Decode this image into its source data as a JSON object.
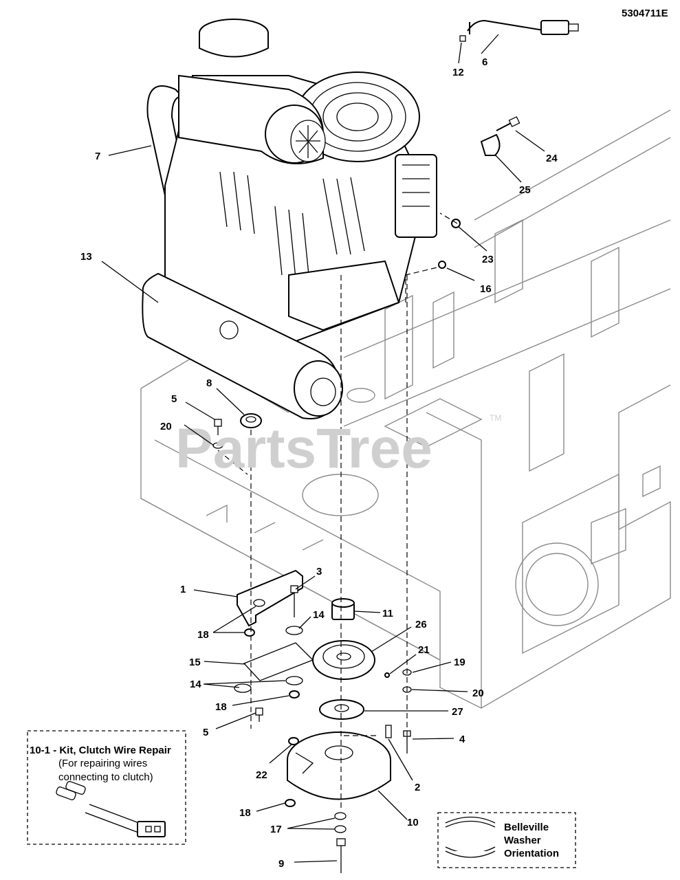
{
  "drawing_id": "5304711E",
  "watermark": "PartsTree",
  "watermark_tm": "TM",
  "callouts": [
    {
      "num": "1"
    },
    {
      "num": "2"
    },
    {
      "num": "3"
    },
    {
      "num": "4"
    },
    {
      "num": "5"
    },
    {
      "num": "5"
    },
    {
      "num": "6"
    },
    {
      "num": "7"
    },
    {
      "num": "8"
    },
    {
      "num": "9"
    },
    {
      "num": "10"
    },
    {
      "num": "11"
    },
    {
      "num": "12"
    },
    {
      "num": "13"
    },
    {
      "num": "14"
    },
    {
      "num": "14"
    },
    {
      "num": "15"
    },
    {
      "num": "16"
    },
    {
      "num": "17"
    },
    {
      "num": "18"
    },
    {
      "num": "18"
    },
    {
      "num": "18"
    },
    {
      "num": "19"
    },
    {
      "num": "20"
    },
    {
      "num": "20"
    },
    {
      "num": "21"
    },
    {
      "num": "22"
    },
    {
      "num": "23"
    },
    {
      "num": "24"
    },
    {
      "num": "25"
    },
    {
      "num": "26"
    },
    {
      "num": "27"
    }
  ],
  "kit_box": {
    "title": "10-1 - Kit, Clutch Wire Repair",
    "subtitle_line1": "(For repairing wires",
    "subtitle_line2": "connecting to clutch)"
  },
  "legend_box": {
    "line1": "Belleville",
    "line2": "Washer",
    "line3": "Orientation"
  }
}
